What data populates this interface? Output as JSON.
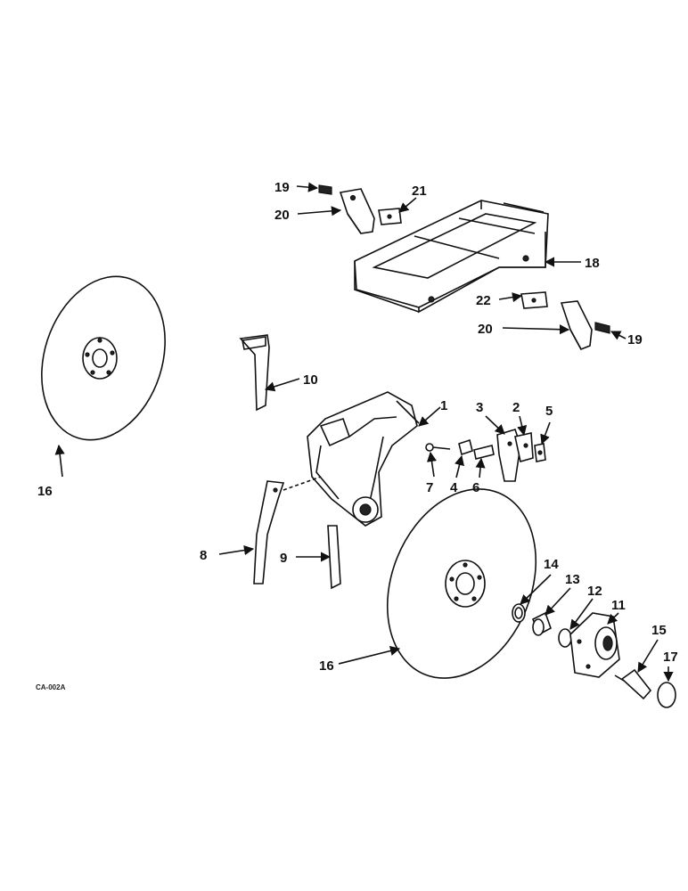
{
  "callouts": {
    "c1": "1",
    "c2": "2",
    "c3": "3",
    "c4": "4",
    "c5": "5",
    "c6": "6",
    "c7": "7",
    "c8": "8",
    "c9": "9",
    "c10": "10",
    "c11": "11",
    "c12": "12",
    "c13": "13",
    "c14": "14",
    "c15": "15",
    "c16a": "16",
    "c16b": "16",
    "c17": "17",
    "c18": "18",
    "c19a": "19",
    "c19b": "19",
    "c20a": "20",
    "c20b": "20",
    "c21": "21",
    "c22": "22"
  },
  "drawing_code": "CA-002A"
}
